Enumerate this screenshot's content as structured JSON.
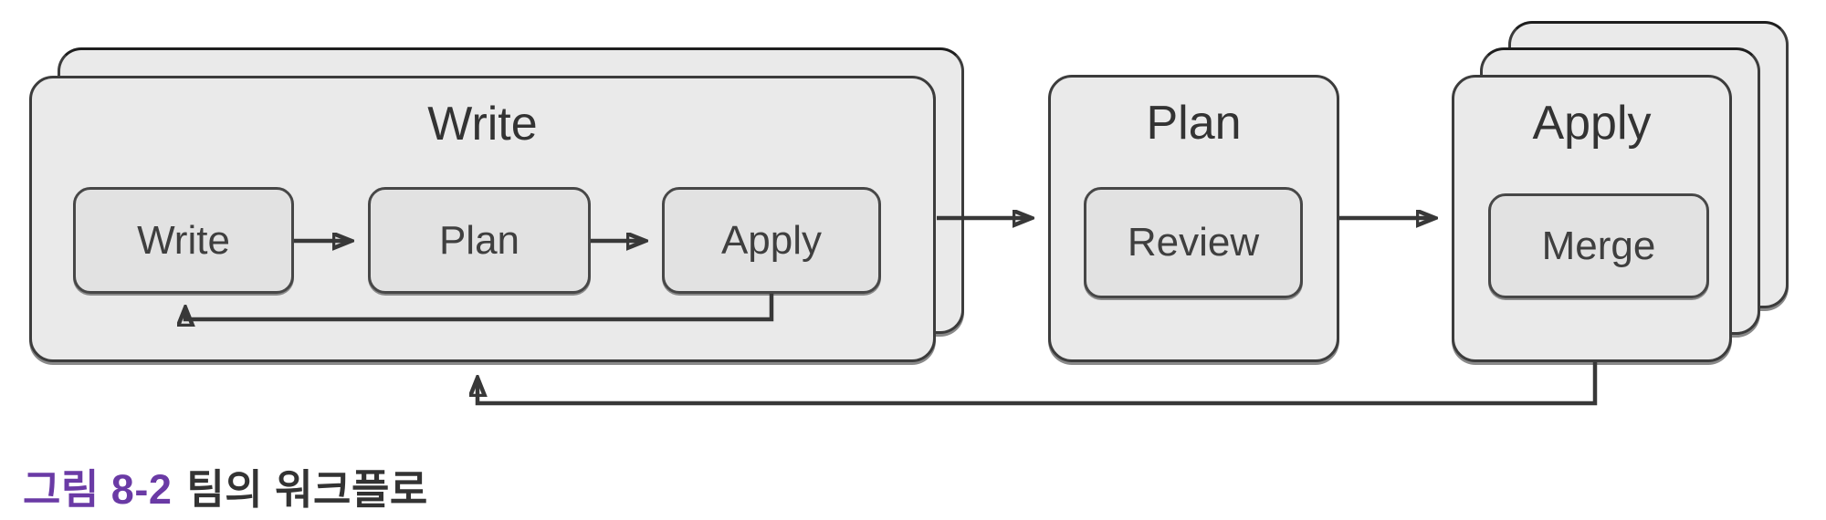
{
  "figure": {
    "groups": [
      {
        "title": "Write",
        "steps": [
          "Write",
          "Plan",
          "Apply"
        ]
      },
      {
        "title": "Plan",
        "steps": [
          "Review"
        ]
      },
      {
        "title": "Apply",
        "steps": [
          "Merge"
        ]
      }
    ]
  },
  "caption": {
    "label": "그림 8-2",
    "title": "팀의 워크플로"
  },
  "colors": {
    "card_fill": "#eaeaea",
    "node_fill": "#e2e2e2",
    "border": "#3c3c3c",
    "arrow": "#383838",
    "caption_label": "#6a3aa5",
    "caption_text": "#333333"
  }
}
